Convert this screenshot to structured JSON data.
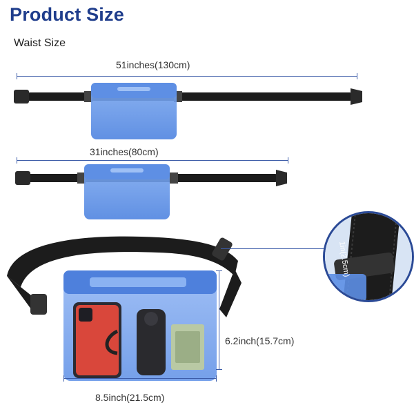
{
  "header": {
    "title": "Product Size",
    "subtitle": "Waist Size"
  },
  "dimensions": {
    "waist_max": "51inches(130cm)",
    "waist_min": "31inches(80cm)",
    "pouch_height": "6.2inch(15.7cm)",
    "pouch_width": "8.5inch(21.5cm)",
    "strap_width": "1in(2.5cm)"
  },
  "colors": {
    "title": "#1f3d8c",
    "pouch_blue": "#5b8fe6",
    "strap": "#1c1c1c",
    "dimension_line": "#3c5ca8"
  },
  "icons": [
    "buckle-icon",
    "magnifier-icon"
  ]
}
